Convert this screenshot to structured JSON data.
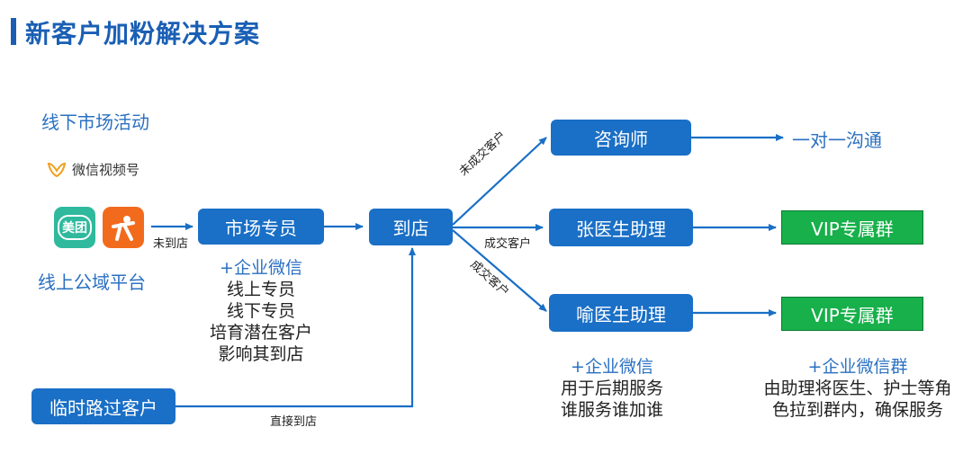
{
  "title": "新客户加粉解决方案",
  "sources": {
    "offline_activity": "线下市场活动",
    "wechat_channels": "微信视频号",
    "meituan": "美团",
    "online_platform": "线上公域平台",
    "walkin": "临时路过客户"
  },
  "edge_labels": {
    "not_arrived": "未到店",
    "direct_arrival": "直接到店",
    "not_deal": "未成交客户",
    "deal": "成交客户",
    "deal2": "成交客户"
  },
  "nodes": {
    "market_staff": "市场专员",
    "store": "到店",
    "consultant": "咨询师",
    "assistant_zhang": "张医生助理",
    "assistant_yu": "喻医生助理",
    "vip_group_1": "VIP专属群",
    "vip_group_2": "VIP专属群",
    "one_on_one": "一对一沟通"
  },
  "notes": {
    "market_staff": [
      "+企业微信",
      "线上专员",
      "线下专员",
      "培育潜在客户",
      "影响其到店"
    ],
    "assistant": [
      "+企业微信",
      "用于后期服务",
      "谁服务谁加谁"
    ],
    "vip_group": [
      "+企业微信群",
      "由助理将医生、护士等角",
      "色拉到群内，确保服务"
    ]
  },
  "colors": {
    "primary_blue": "#1a6fc6",
    "title_blue": "#1a5fb4",
    "text_blue": "#2a70c2",
    "vip_green": "#17b04a",
    "meituan": "#2fb99d",
    "dianping": "#f26b1d"
  }
}
